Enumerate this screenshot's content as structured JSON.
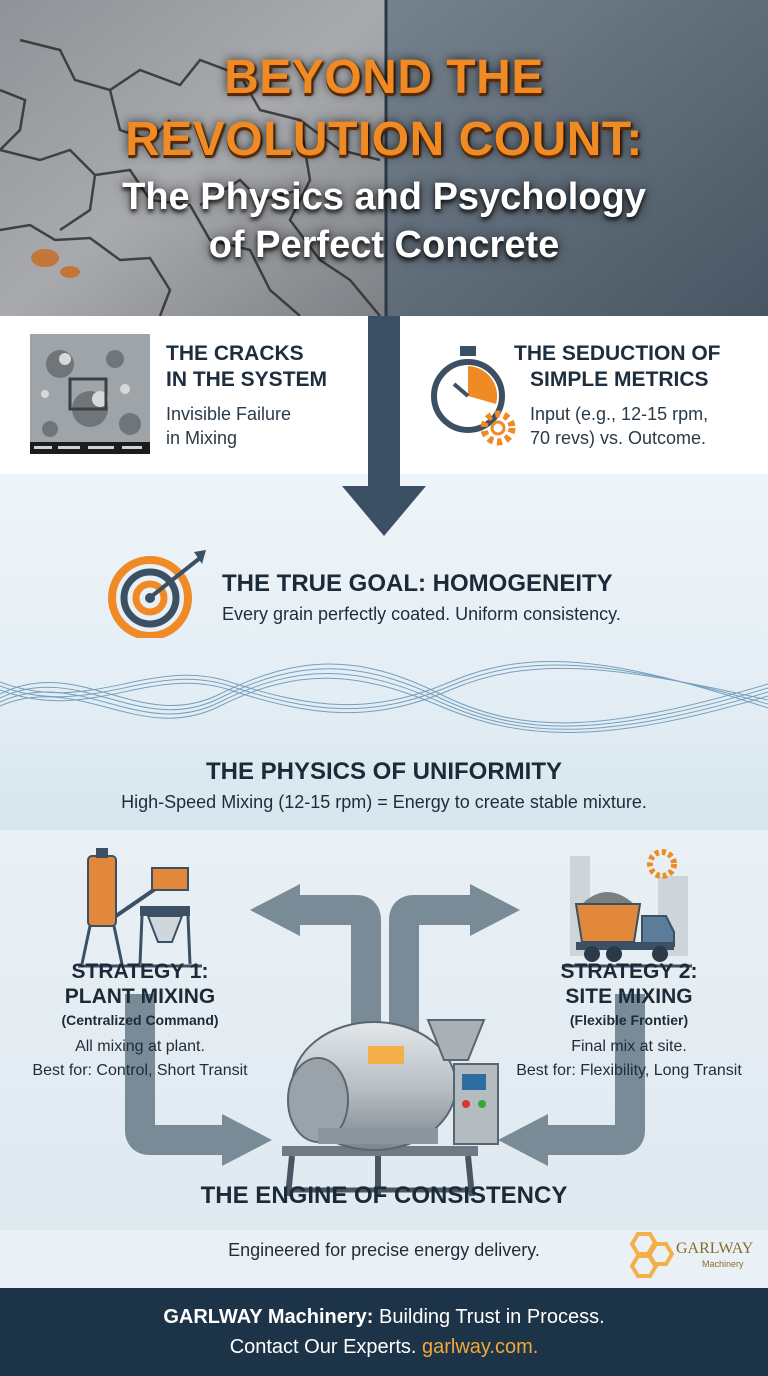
{
  "header": {
    "title_line1": "BEYOND THE",
    "title_line2": "REVOLUTION COUNT:",
    "subtitle_line1": "The Physics and Psychology",
    "subtitle_line2": "of Perfect Concrete"
  },
  "cracks": {
    "title_line1": "THE CRACKS",
    "title_line2": "IN THE SYSTEM",
    "text_line1": "Invisible Failure",
    "text_line2": "in Mixing"
  },
  "metrics": {
    "title_line1": "THE SEDUCTION OF",
    "title_line2": "SIMPLE METRICS",
    "text_line1": "Input (e.g., 12-15 rpm,",
    "text_line2": "70 revs) vs. Outcome."
  },
  "goal": {
    "title": "THE TRUE GOAL: HOMOGENEITY",
    "text": "Every grain perfectly coated. Uniform consistency."
  },
  "physics": {
    "title": "THE PHYSICS OF UNIFORMITY",
    "text": "High-Speed Mixing (12-15 rpm) = Energy to create stable mixture."
  },
  "strategy1": {
    "title_line1": "STRATEGY 1:",
    "title_line2": "PLANT MIXING",
    "subtitle": "(Centralized Command)",
    "text_line1": "All mixing at plant.",
    "text_line2": "Best for: Control, Short Transit"
  },
  "strategy2": {
    "title_line1": "STRATEGY 2:",
    "title_line2": "SITE MIXING",
    "subtitle": "(Flexible Frontier)",
    "text_line1": "Final mix at site.",
    "text_line2": "Best for: Flexibility, Long Transit"
  },
  "engine": {
    "title": "THE ENGINE OF CONSISTENCY",
    "text": "Engineered for precise energy delivery."
  },
  "logo": {
    "name": "GARLWAY",
    "tagline": "Machinery"
  },
  "footer": {
    "brand": "GARLWAY Machinery:",
    "line1_rest": " Building Trust in Process.",
    "line2_text": "Contact Our Experts. ",
    "link": "garlway.com."
  },
  "colors": {
    "accent_orange": "#f08a24",
    "navy": "#1d3448",
    "arrow_gray": "#7a8b98"
  }
}
